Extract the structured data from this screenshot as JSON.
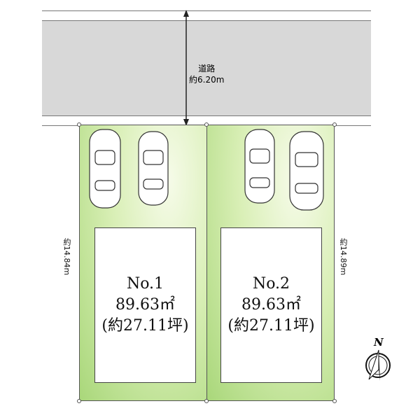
{
  "road": {
    "label": "道路",
    "width": "約6.20m"
  },
  "lots": [
    {
      "number": "No.1",
      "area_m2": "89.63㎡",
      "area_tsubo": "(約27.11坪)",
      "side_length": "約14.84m"
    },
    {
      "number": "No.2",
      "area_m2": "89.63㎡",
      "area_tsubo": "(約27.11坪)",
      "side_length": "約14.89m"
    }
  ],
  "compass": {
    "label": "N"
  },
  "colors": {
    "lot_green": "#a9d77a",
    "road_gray": "#d8d8d8"
  }
}
